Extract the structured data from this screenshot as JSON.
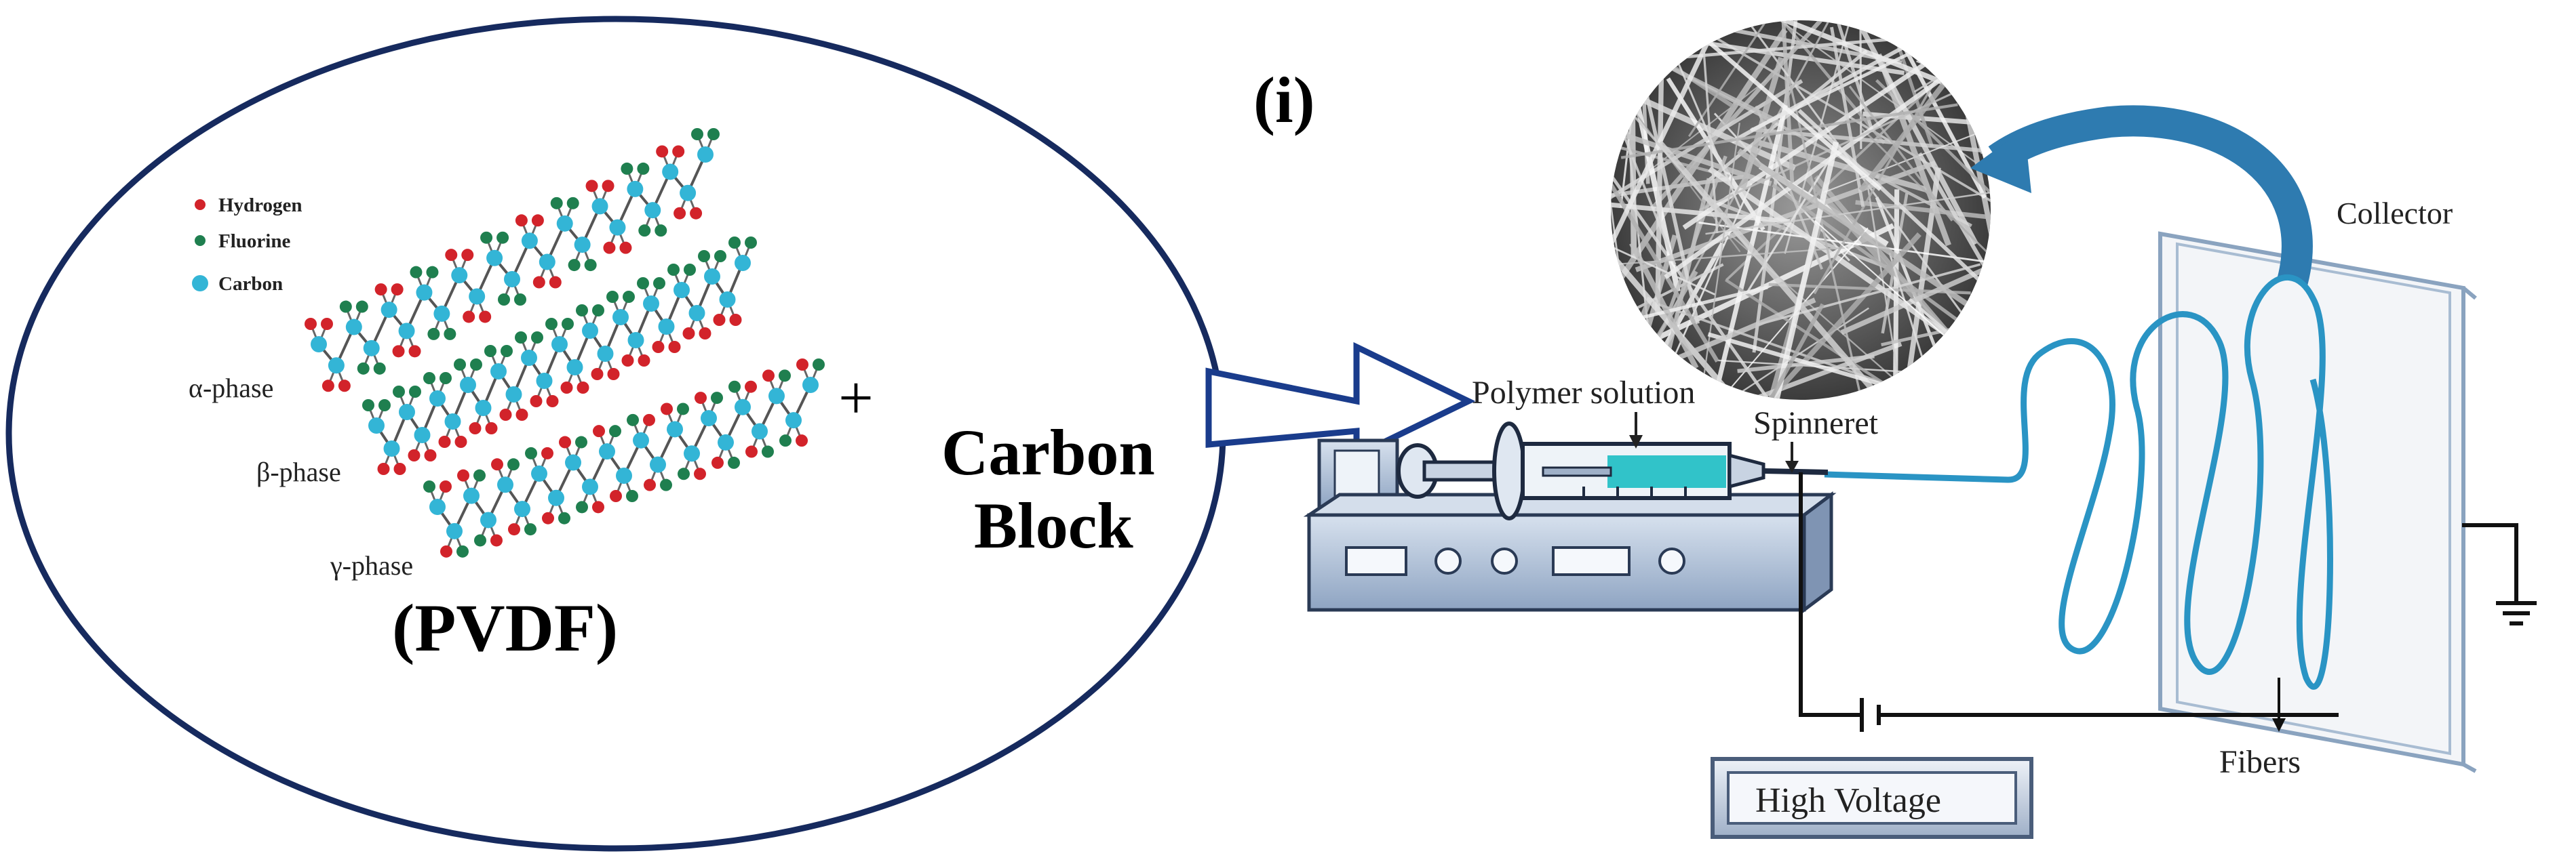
{
  "panel_label": "(i)",
  "pvdf": {
    "legend": [
      {
        "label": "Hydrogen",
        "color": "#d2232a"
      },
      {
        "label": "Fluorine",
        "color": "#1f7f4f"
      },
      {
        "label": "Carbon",
        "color": "#33b5d6"
      }
    ],
    "phases": [
      "α-phase",
      "β-phase",
      "γ-phase"
    ],
    "title": "(PVDF)",
    "plus": "+"
  },
  "carbon_block": {
    "line1": "Carbon",
    "line2": "Block"
  },
  "setup": {
    "polymer_solution": "Polymer solution",
    "spinneret": "Spinneret",
    "collector": "Collector",
    "fibers": "Fibers",
    "high_voltage": "High Voltage"
  },
  "colors": {
    "ellipse_border": "#162a5e",
    "arrow": "#1a3c8c",
    "fiber": "#2a94c4",
    "curved_arrow": "#2e7bb0",
    "solution": "#31c3c9",
    "pump_body": "#b8c9df"
  }
}
